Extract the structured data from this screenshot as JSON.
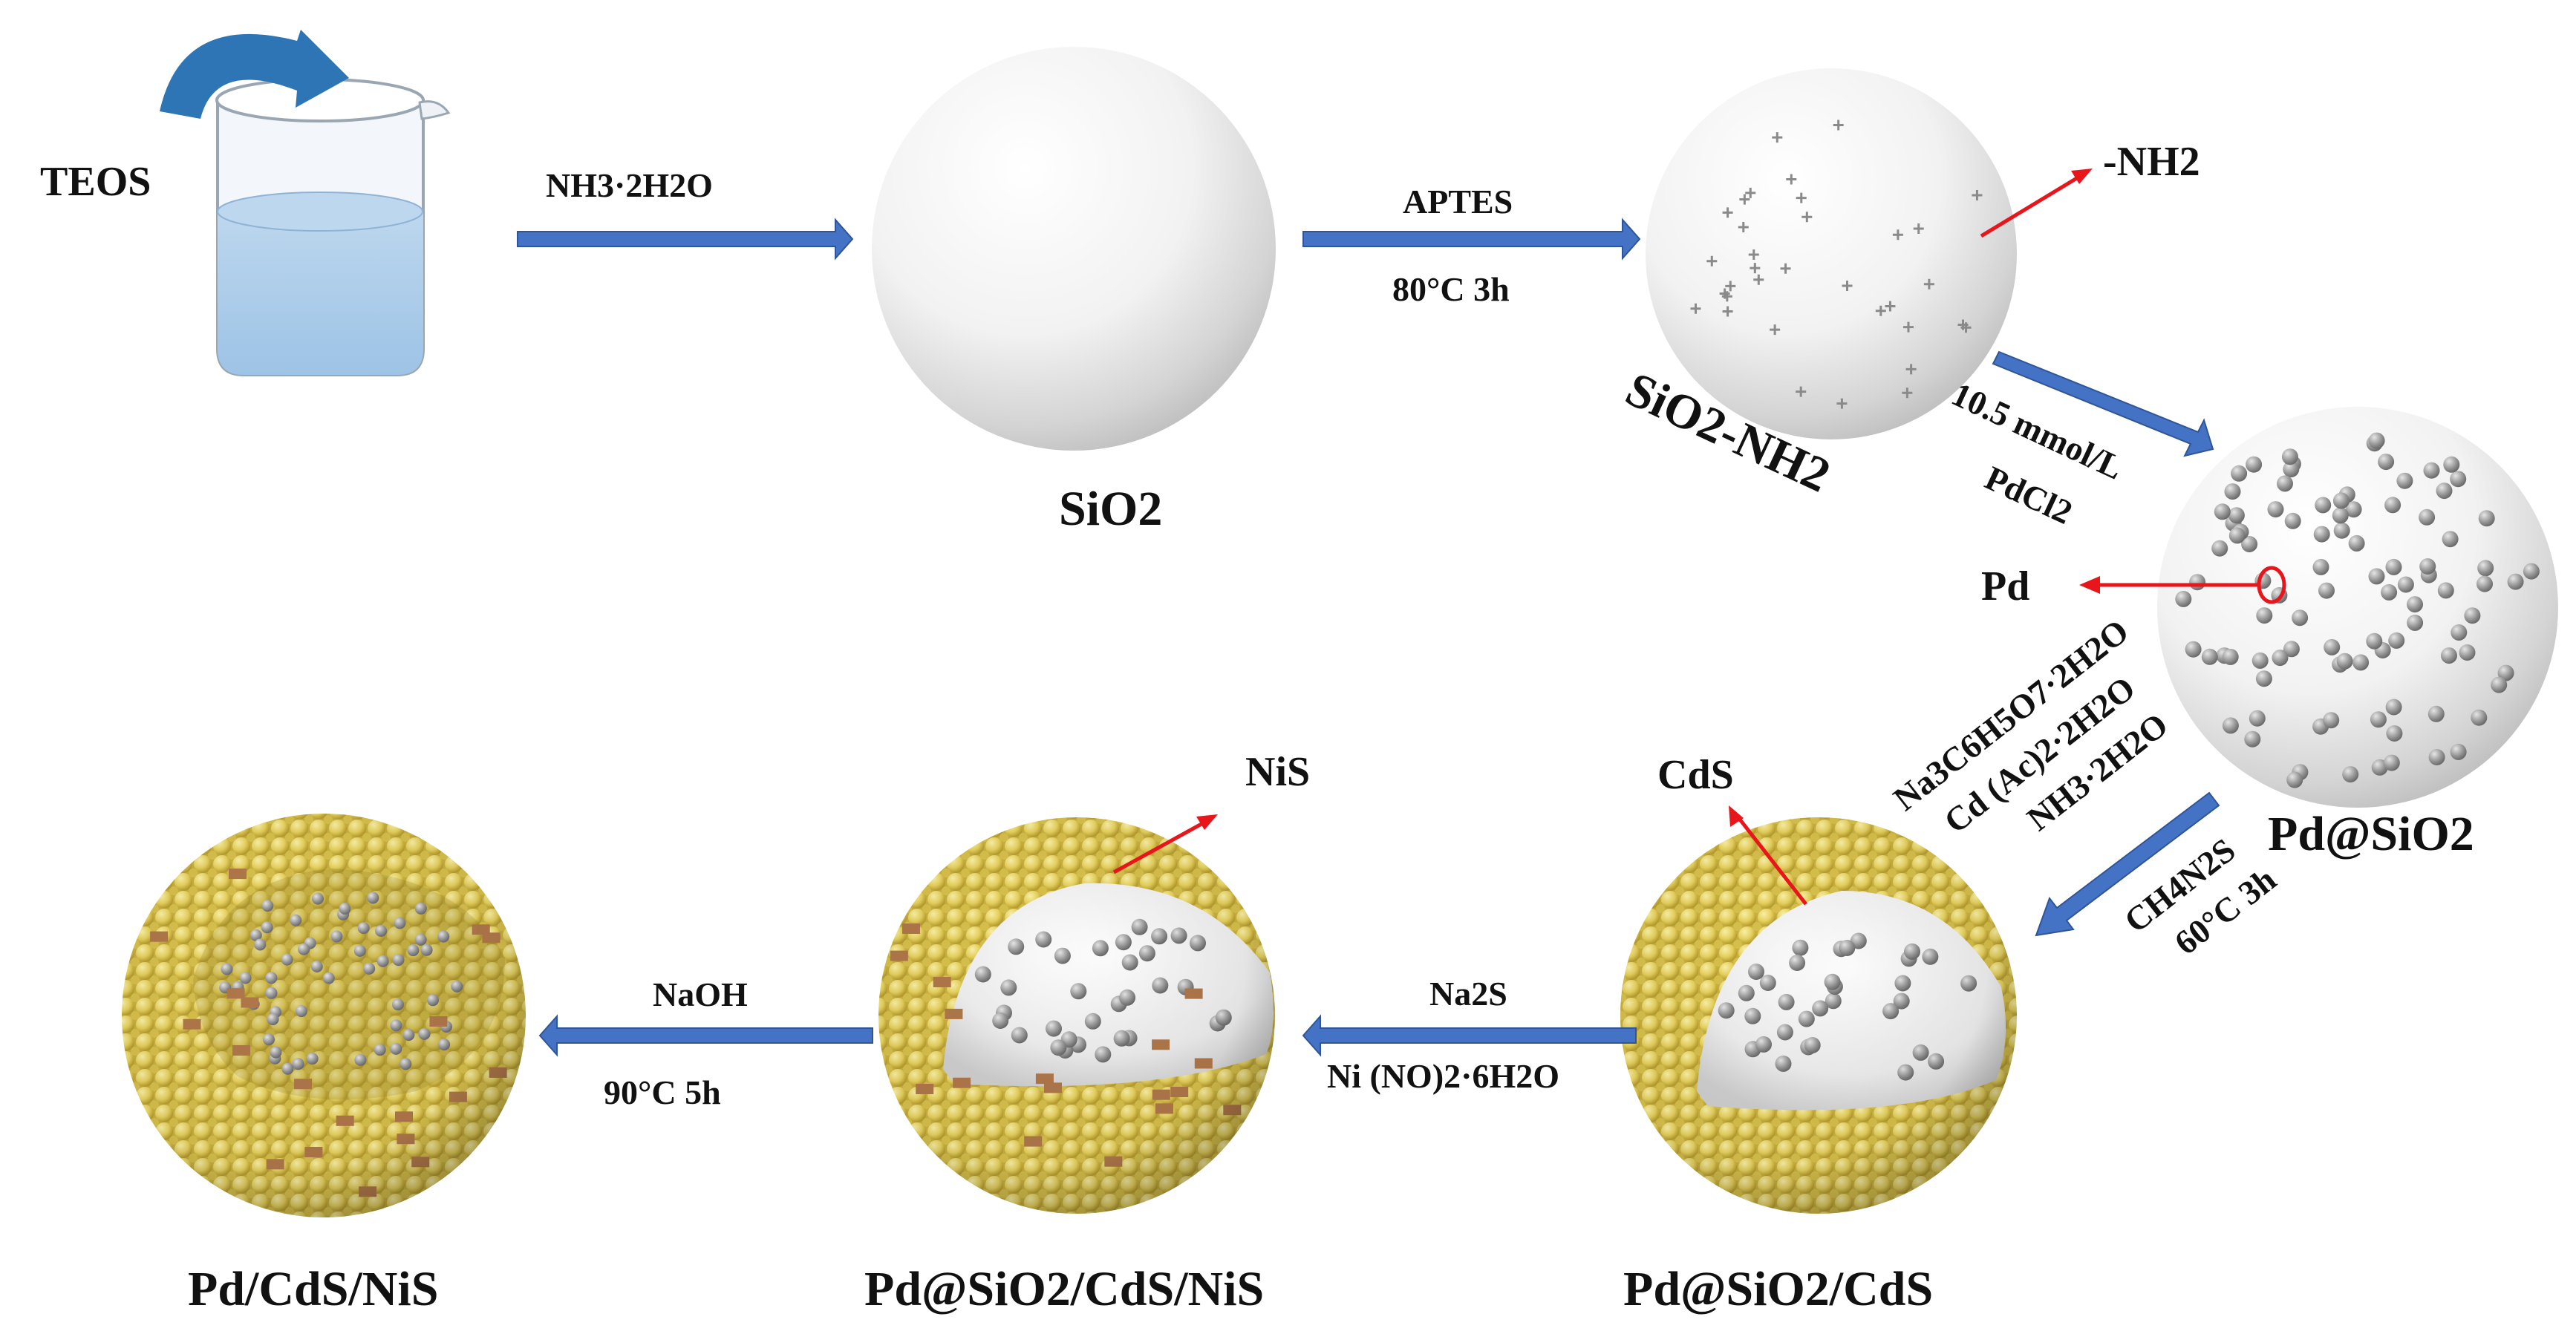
{
  "colors": {
    "arrow_fill": "#4472C4",
    "arrow_stroke": "#2F5597",
    "pointer": "#E8161B",
    "cds_shell": "#E6D15C",
    "nis_patch": "#B0784A",
    "pd_particle": "#9A9A9A",
    "water": "#9DC3E6"
  },
  "start": {
    "reagent": "TEOS"
  },
  "steps": [
    {
      "top": "NH3·2H2O",
      "bottom": ""
    },
    {
      "top": "APTES",
      "bottom": "80°C 3h"
    },
    {
      "top": "10.5 mmol/L",
      "bottom": "PdCl2"
    },
    {
      "lines": [
        "Na3C6H5O7·2H2O",
        "Cd (Ac)2·2H2O",
        "NH3·2H2O",
        "CH4N2S",
        "60°C 3h"
      ]
    },
    {
      "top": "Na2S",
      "bottom": "Ni (NO)2·6H2O"
    },
    {
      "top": "NaOH",
      "bottom": "90°C 5h"
    }
  ],
  "products": [
    "SiO2",
    "SiO2-NH2",
    "Pd@SiO2",
    "Pd@SiO2/CdS",
    "Pd@SiO2/CdS/NiS",
    "Pd/CdS/NiS"
  ],
  "pointers": {
    "amine": "-NH2",
    "pd": "Pd",
    "cds": "CdS",
    "nis": "NiS"
  },
  "icons": [
    "beaker-icon",
    "pour-arrow-icon"
  ]
}
